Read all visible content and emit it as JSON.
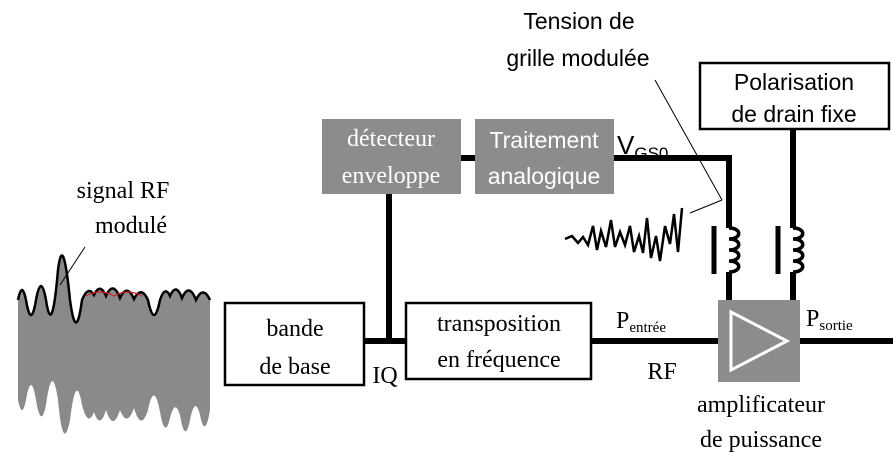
{
  "signal": {
    "line1": "signal RF",
    "line2": "modulé"
  },
  "baseband": {
    "line1": "bande",
    "line2": "de base"
  },
  "iq_label": "IQ",
  "transposition": {
    "line1": "transposition",
    "line2": "en fréquence"
  },
  "envelope_detector": {
    "line1": "détecteur",
    "line2": "enveloppe"
  },
  "analog_processing": {
    "line1": "Traitement",
    "line2": "analogique"
  },
  "vgs0": {
    "main": "V",
    "sub": "GS0"
  },
  "gate_voltage": {
    "line1": "Tension de",
    "line2": "grille modulée"
  },
  "drain_bias": {
    "line1": "Polarisation",
    "line2": "de drain fixe"
  },
  "p_in": {
    "main": "P",
    "sub": "entrée"
  },
  "rf_label": "RF",
  "p_out": {
    "main": "P",
    "sub": "sortie"
  },
  "amplifier": {
    "line1": "amplificateur",
    "line2": "de puissance"
  },
  "colors": {
    "grey_block": "#8c8c8c",
    "line": "#000000",
    "signal_fill": "#8a8a8a",
    "envelope_accent": "#cc2222"
  }
}
